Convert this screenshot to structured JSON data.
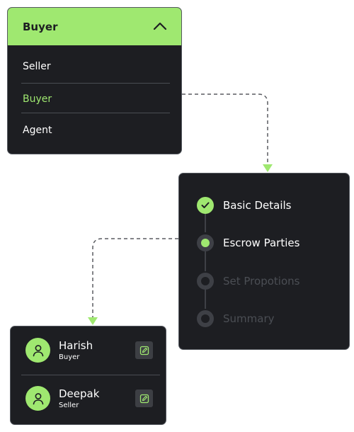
{
  "dropdown": {
    "selected": "Buyer",
    "options": [
      "Seller",
      "Buyer",
      "Agent"
    ]
  },
  "stepper": {
    "steps": [
      {
        "label": "Basic Details",
        "state": "completed"
      },
      {
        "label": "Escrow Parties",
        "state": "active"
      },
      {
        "label": "Set Propotions",
        "state": "pending"
      },
      {
        "label": "Summary",
        "state": "pending"
      }
    ]
  },
  "parties": [
    {
      "name": "Harish",
      "role": "Buyer"
    },
    {
      "name": "Deepak",
      "role": "Seller"
    }
  ],
  "colors": {
    "accent": "#9fe870",
    "card_bg": "#1d1e22",
    "muted_text": "#4b4e54"
  },
  "icons": {
    "collapse": "chevron-up-icon",
    "completed": "check-icon",
    "avatar": "user-icon",
    "edit": "edit-icon"
  }
}
